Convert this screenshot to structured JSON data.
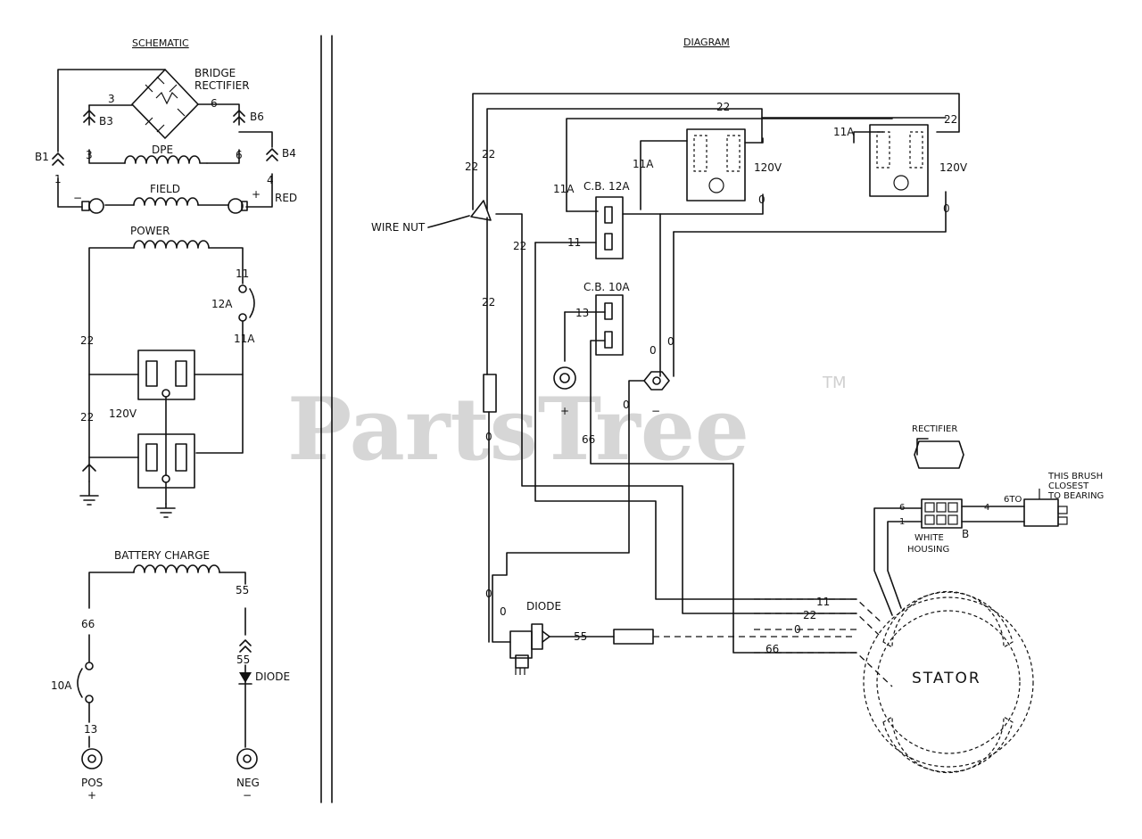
{
  "titles": {
    "schematic": "SCHEMATIC",
    "diagram": "DIAGRAM"
  },
  "watermark": {
    "brand": "PartsTree",
    "trademark": "TM"
  },
  "schematic": {
    "bridge_rectifier": [
      "BRIDGE",
      "RECTIFIER"
    ],
    "dpe": "DPE",
    "field": "FIELD",
    "red": "RED",
    "power": "POWER",
    "outlet": "120V",
    "battery_charge": "BATTERY CHARGE",
    "diode": "DIODE",
    "pos": "POS",
    "neg": "NEG",
    "plus": "+",
    "minus": "−",
    "connectors": {
      "b1": "B1",
      "b3": "B3",
      "b4": "B4",
      "b6": "B6"
    },
    "fuse_12a": "12A",
    "fuse_10a": "10A",
    "wire_numbers": {
      "w3": "3",
      "w6": "6",
      "w4": "4",
      "w1": "1",
      "w11": "11",
      "w11a": "11A",
      "w22": "22",
      "w66": "66",
      "w55": "55",
      "w13": "13"
    }
  },
  "diagram": {
    "wire_nut": "WIRE NUT",
    "cb_12a": "C.B. 12A",
    "cb_10a": "C.B. 10A",
    "outlet_label": "120V",
    "diode": "DIODE",
    "rectifier": "RECTIFIER",
    "white_housing": [
      "WHITE",
      "HOUSING"
    ],
    "brush_note": [
      "THIS BRUSH",
      "CLOSEST",
      "TO BEARING"
    ],
    "brush_wire": "6TO",
    "housing_letter": "B",
    "stator": "STATOR",
    "plus": "+",
    "minus": "−",
    "wire_numbers": {
      "w22": "22",
      "w11a": "11A",
      "w11": "11",
      "w13": "13",
      "w0": "0",
      "w66": "66",
      "w55": "55",
      "w6": "6",
      "w4": "4",
      "w1": "1"
    },
    "stator_leads": [
      "11",
      "22",
      "0",
      "66"
    ]
  }
}
